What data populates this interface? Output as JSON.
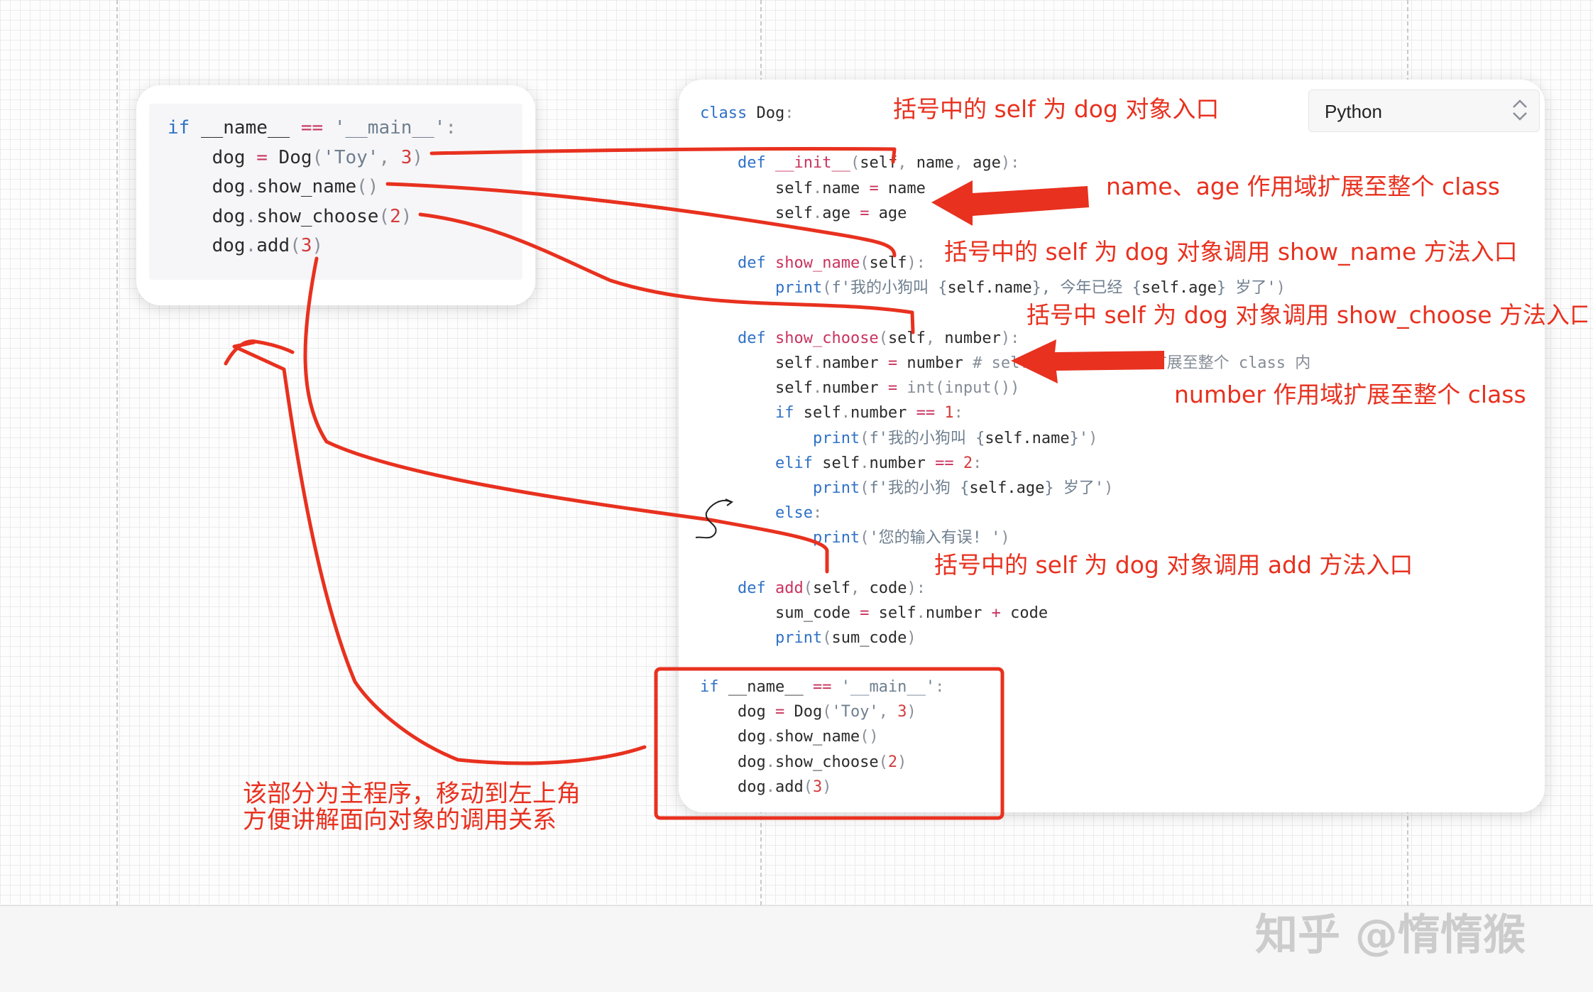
{
  "main_card_code": [
    [
      [
        "kw",
        "if"
      ],
      [
        "pl",
        " __name__ "
      ],
      [
        "op",
        "=="
      ],
      [
        "pl",
        " "
      ],
      [
        "st",
        "'__main__'"
      ],
      [
        "pu",
        ":"
      ]
    ],
    [
      [
        "pl",
        "    dog "
      ],
      [
        "op",
        "="
      ],
      [
        "pl",
        " Dog"
      ],
      [
        "pu",
        "("
      ],
      [
        "st",
        "'Toy'"
      ],
      [
        "pu",
        ", "
      ],
      [
        "num",
        "3"
      ],
      [
        "pu",
        ")"
      ]
    ],
    [
      [
        "pl",
        "    dog"
      ],
      [
        "pu",
        "."
      ],
      [
        "pl",
        "show_name"
      ],
      [
        "pu",
        "()"
      ]
    ],
    [
      [
        "pl",
        "    dog"
      ],
      [
        "pu",
        "."
      ],
      [
        "pl",
        "show_choose"
      ],
      [
        "pu",
        "("
      ],
      [
        "num",
        "2"
      ],
      [
        "pu",
        ")"
      ]
    ],
    [
      [
        "pl",
        "    dog"
      ],
      [
        "pu",
        "."
      ],
      [
        "pl",
        "add"
      ],
      [
        "pu",
        "("
      ],
      [
        "num",
        "3"
      ],
      [
        "pu",
        ")"
      ]
    ]
  ],
  "class_code": [
    [
      [
        "kw",
        "class"
      ],
      [
        "pl",
        " Dog"
      ],
      [
        "pu",
        ":"
      ]
    ],
    [],
    [
      [
        "pl",
        "    "
      ],
      [
        "kw",
        "def"
      ],
      [
        "pl",
        " "
      ],
      [
        "fn",
        "__init__"
      ],
      [
        "pu",
        "("
      ],
      [
        "pl",
        "self"
      ],
      [
        "pu",
        ", "
      ],
      [
        "pl",
        "name"
      ],
      [
        "pu",
        ", "
      ],
      [
        "pl",
        "age"
      ],
      [
        "pu",
        "):"
      ]
    ],
    [
      [
        "pl",
        "        self"
      ],
      [
        "pu",
        "."
      ],
      [
        "pl",
        "name "
      ],
      [
        "op",
        "="
      ],
      [
        "pl",
        " name"
      ]
    ],
    [
      [
        "pl",
        "        self"
      ],
      [
        "pu",
        "."
      ],
      [
        "pl",
        "age "
      ],
      [
        "op",
        "="
      ],
      [
        "pl",
        " age"
      ]
    ],
    [],
    [
      [
        "pl",
        "    "
      ],
      [
        "kw",
        "def"
      ],
      [
        "pl",
        " "
      ],
      [
        "fn",
        "show_name"
      ],
      [
        "pu",
        "("
      ],
      [
        "pl",
        "self"
      ],
      [
        "pu",
        "):"
      ]
    ],
    [
      [
        "pl",
        "        "
      ],
      [
        "kw",
        "print"
      ],
      [
        "pu",
        "("
      ],
      [
        "st",
        "f'我的小狗叫 {"
      ],
      [
        "pl",
        "self.name"
      ],
      [
        "st",
        "}, 今年已经 {"
      ],
      [
        "pl",
        "self.age"
      ],
      [
        "st",
        "} 岁了'"
      ],
      [
        "pu",
        ")"
      ]
    ],
    [],
    [
      [
        "pl",
        "    "
      ],
      [
        "kw",
        "def"
      ],
      [
        "pl",
        " "
      ],
      [
        "fn",
        "show_choose"
      ],
      [
        "pu",
        "("
      ],
      [
        "pl",
        "self"
      ],
      [
        "pu",
        ", "
      ],
      [
        "pl",
        "number"
      ],
      [
        "pu",
        "):"
      ]
    ],
    [
      [
        "pl",
        "        self"
      ],
      [
        "pu",
        "."
      ],
      [
        "pl",
        "namber "
      ],
      [
        "op",
        "="
      ],
      [
        "pl",
        " number "
      ],
      [
        "cm",
        "# self.namber 作用域扩展至整个 class 内"
      ]
    ],
    [
      [
        "pl",
        "        self"
      ],
      [
        "pu",
        "."
      ],
      [
        "pl",
        "number "
      ],
      [
        "op",
        "="
      ],
      [
        "pl",
        " "
      ],
      [
        "cm",
        "int(input())"
      ]
    ],
    [
      [
        "pl",
        "        "
      ],
      [
        "kw",
        "if"
      ],
      [
        "pl",
        " self"
      ],
      [
        "pu",
        "."
      ],
      [
        "pl",
        "number "
      ],
      [
        "op",
        "=="
      ],
      [
        "pl",
        " "
      ],
      [
        "num",
        "1"
      ],
      [
        "pu",
        ":"
      ]
    ],
    [
      [
        "pl",
        "            "
      ],
      [
        "kw",
        "print"
      ],
      [
        "pu",
        "("
      ],
      [
        "st",
        "f'我的小狗叫 {"
      ],
      [
        "pl",
        "self.name"
      ],
      [
        "st",
        "}'"
      ],
      [
        "pu",
        ")"
      ]
    ],
    [
      [
        "pl",
        "        "
      ],
      [
        "kw",
        "elif"
      ],
      [
        "pl",
        " self"
      ],
      [
        "pu",
        "."
      ],
      [
        "pl",
        "number "
      ],
      [
        "op",
        "=="
      ],
      [
        "pl",
        " "
      ],
      [
        "num",
        "2"
      ],
      [
        "pu",
        ":"
      ]
    ],
    [
      [
        "pl",
        "            "
      ],
      [
        "kw",
        "print"
      ],
      [
        "pu",
        "("
      ],
      [
        "st",
        "f'我的小狗 {"
      ],
      [
        "pl",
        "self.age"
      ],
      [
        "st",
        "} 岁了'"
      ],
      [
        "pu",
        ")"
      ]
    ],
    [
      [
        "pl",
        "        "
      ],
      [
        "kw",
        "else"
      ],
      [
        "pu",
        ":"
      ]
    ],
    [
      [
        "pl",
        "            "
      ],
      [
        "kw",
        "print"
      ],
      [
        "pu",
        "("
      ],
      [
        "st",
        "'您的输入有误! '"
      ],
      [
        "pu",
        ")"
      ]
    ],
    [],
    [
      [
        "pl",
        "    "
      ],
      [
        "kw",
        "def"
      ],
      [
        "pl",
        " "
      ],
      [
        "fn",
        "add"
      ],
      [
        "pu",
        "("
      ],
      [
        "pl",
        "self"
      ],
      [
        "pu",
        ", "
      ],
      [
        "pl",
        "code"
      ],
      [
        "pu",
        "):"
      ]
    ],
    [
      [
        "pl",
        "        sum_code "
      ],
      [
        "op",
        "="
      ],
      [
        "pl",
        " self"
      ],
      [
        "pu",
        "."
      ],
      [
        "pl",
        "number "
      ],
      [
        "op",
        "+"
      ],
      [
        "pl",
        " code"
      ]
    ],
    [
      [
        "pl",
        "        "
      ],
      [
        "kw",
        "print"
      ],
      [
        "pu",
        "("
      ],
      [
        "pl",
        "sum_code"
      ],
      [
        "pu",
        ")"
      ]
    ]
  ],
  "bottom_code": [
    [
      [
        "kw",
        "if"
      ],
      [
        "pl",
        " __name__ "
      ],
      [
        "op",
        "=="
      ],
      [
        "pl",
        " "
      ],
      [
        "st",
        "'__main__'"
      ],
      [
        "pu",
        ":"
      ]
    ],
    [
      [
        "pl",
        "    dog "
      ],
      [
        "op",
        "="
      ],
      [
        "pl",
        " Dog"
      ],
      [
        "pu",
        "("
      ],
      [
        "st",
        "'Toy'"
      ],
      [
        "pu",
        ", "
      ],
      [
        "num",
        "3"
      ],
      [
        "pu",
        ")"
      ]
    ],
    [
      [
        "pl",
        "    dog"
      ],
      [
        "pu",
        "."
      ],
      [
        "pl",
        "show_name"
      ],
      [
        "pu",
        "()"
      ]
    ],
    [
      [
        "pl",
        "    dog"
      ],
      [
        "pu",
        "."
      ],
      [
        "pl",
        "show_choose"
      ],
      [
        "pu",
        "("
      ],
      [
        "num",
        "2"
      ],
      [
        "pu",
        ")"
      ]
    ],
    [
      [
        "pl",
        "    dog"
      ],
      [
        "pu",
        "."
      ],
      [
        "pl",
        "add"
      ],
      [
        "pu",
        "("
      ],
      [
        "num",
        "3"
      ],
      [
        "pu",
        ")"
      ]
    ]
  ],
  "language_select": {
    "value": "Python"
  },
  "annotations": {
    "init_entry": "括号中的 self 为 dog 对象入口",
    "scope_name_age": "name、age 作用域扩展至整个 class",
    "show_name_entry": "括号中的 self 为 dog 对象调用 show_name 方法入口",
    "show_choose_entry": "括号中 self 为 dog 对象调用 show_choose 方法入口",
    "scope_number": "number 作用域扩展至整个 class",
    "add_entry": "括号中的 self 为 dog 对象调用 add 方法入口",
    "main_note_line1": "该部分为主程序，移动到左上角",
    "main_note_line2": "方便讲解面向对象的调用关系"
  },
  "watermark": "知乎 @惰惰猴",
  "colors": {
    "annotation": "#e8311f",
    "keyword": "#2f71c6",
    "function": "#c9335d",
    "string": "#6f7f8f",
    "number": "#d53b3b"
  }
}
